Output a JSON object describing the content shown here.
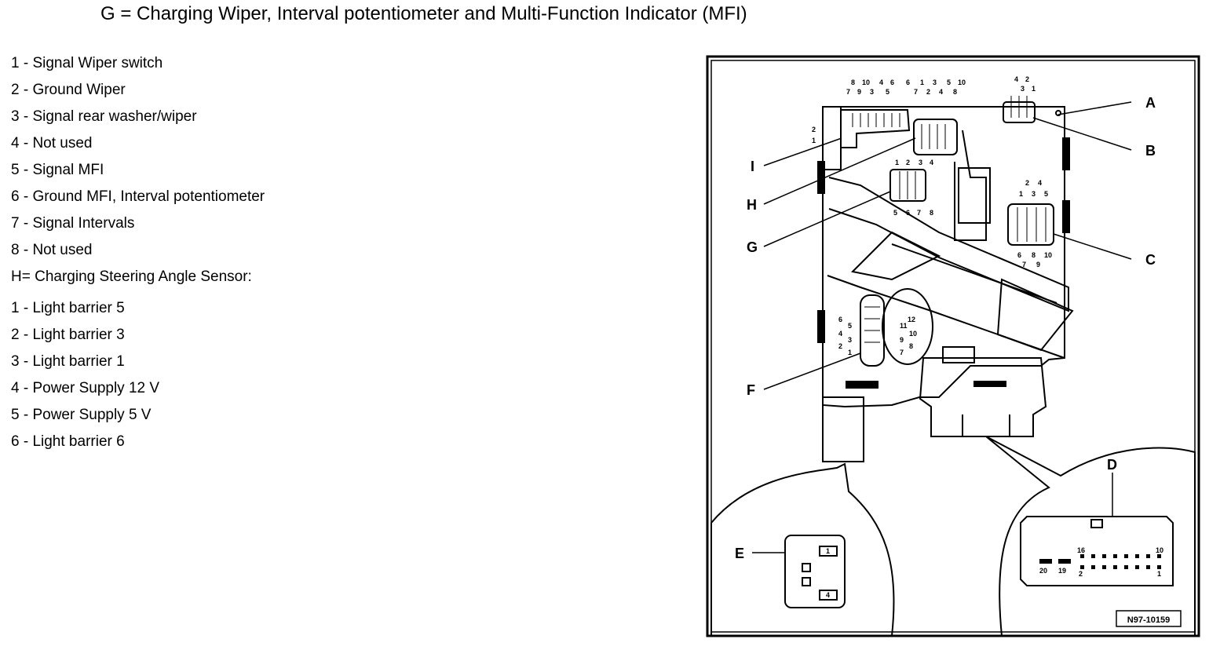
{
  "title": "G = Charging Wiper, Interval potentiometer and Multi-Function Indicator (MFI)",
  "g_pins": [
    "1 - Signal Wiper switch",
    "2 - Ground Wiper",
    "3 - Signal rear washer/wiper",
    "4 - Not used",
    "5 - Signal MFI",
    "6 - Ground MFI, Interval potentiometer",
    "7 - Signal Intervals",
    "8 - Not used"
  ],
  "h_header": "H= Charging Steering Angle Sensor:",
  "h_pins": [
    "1 - Light barrier 5",
    "2 - Light barrier 3",
    "3 - Light barrier 1",
    "4 - Power Supply 12 V",
    "5 - Power Supply 5 V",
    "6 - Light barrier 6"
  ],
  "figure": {
    "callouts": {
      "a": "A",
      "b": "B",
      "c": "C",
      "d": "D",
      "e": "E",
      "f": "F",
      "g": "G",
      "h": "H",
      "i": "I"
    },
    "figure_code": "N97-10159",
    "pins": {
      "i_top": [
        "8",
        "10",
        "4",
        "6"
      ],
      "i_row2": [
        "7",
        "9",
        "3",
        "5"
      ],
      "i_side": [
        "2",
        "1"
      ],
      "h_top": [
        "6",
        "1",
        "3",
        "5",
        "10"
      ],
      "h_row2": [
        "7",
        "2",
        "4",
        "8"
      ],
      "b_top": [
        "4",
        "2"
      ],
      "b_row2": [
        "3",
        "1"
      ],
      "g_top": [
        "1",
        "2",
        "3",
        "4"
      ],
      "g_bottom": [
        "5",
        "6",
        "7",
        "8"
      ],
      "c_top": [
        "2",
        "4"
      ],
      "c_row2": [
        "1",
        "3",
        "5"
      ],
      "c_bottom": [
        "6",
        "8",
        "10"
      ],
      "c_row4": [
        "7",
        "9"
      ],
      "f_left": [
        "6",
        "5",
        "4",
        "3",
        "2",
        "1"
      ],
      "f_right": [
        "12",
        "11",
        "10",
        "9",
        "8",
        "7"
      ],
      "d_row1": [
        "16",
        "10"
      ],
      "d_row2": [
        "20",
        "19",
        "2",
        "1"
      ],
      "e_pins": [
        "1",
        "4"
      ]
    }
  }
}
